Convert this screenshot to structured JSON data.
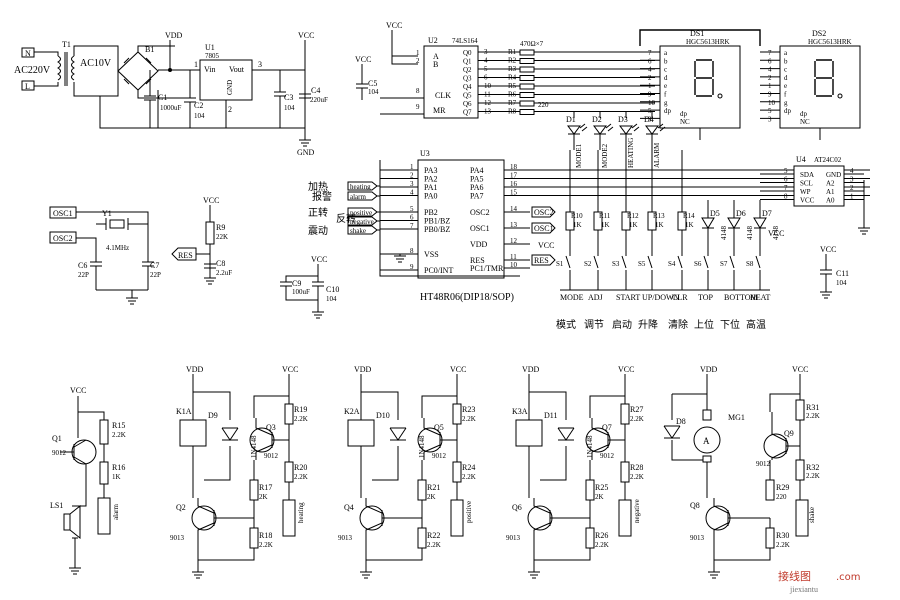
{
  "power": {
    "ac_in": "AC220V",
    "ac_low": "AC10V",
    "t1": "T1",
    "n": "N",
    "l": "L",
    "b1": "B1",
    "u1": "U1",
    "reg": "7805",
    "vin": "Vin",
    "vout": "Vout",
    "gnd": "GND",
    "pin1": "1",
    "pin2": "2",
    "pin3": "3",
    "c1": "C1",
    "c1v": "1000uF",
    "c2": "C2",
    "c2v": "104",
    "c3": "C3",
    "c3v": "104",
    "c4": "C4",
    "c4v": "220uF",
    "vdd": "VDD",
    "vcc": "VCC",
    "gnd_label": "GND"
  },
  "shift": {
    "u2": "U2",
    "part": "74LS164",
    "a": "A",
    "b": "B",
    "clk": "CLK",
    "mr": "MR",
    "outs": [
      "Q0",
      "Q1",
      "Q2",
      "Q3",
      "Q4",
      "Q5",
      "Q6",
      "Q7"
    ],
    "in_pins": [
      "1",
      "2",
      "8",
      "9"
    ],
    "out_pins": [
      "3",
      "4",
      "5",
      "6",
      "10",
      "11",
      "12",
      "13"
    ],
    "res_title": "470Ω×7",
    "res": [
      "R1",
      "R2",
      "R3",
      "R4",
      "R5",
      "R6",
      "R7",
      "R8"
    ],
    "r8v": "220",
    "vcc": "VCC",
    "c5": "C5",
    "c5v": "104"
  },
  "display": {
    "ds1": "DS1",
    "ds2": "DS2",
    "part": "HGC5613HRK",
    "segs": [
      "a",
      "b",
      "c",
      "d",
      "e",
      "f",
      "g",
      "dp",
      "NC"
    ],
    "seg_pins": [
      "7",
      "6",
      "4",
      "2",
      "1",
      "9",
      "10",
      "5",
      "3"
    ],
    "dp_label": "dp",
    "nc_label": "NC"
  },
  "mcu": {
    "u3": "U3",
    "part": "HT48R06(DIP18/SOP)",
    "left_pins": [
      {
        "n": "1",
        "name": "PA3"
      },
      {
        "n": "2",
        "name": "PA2"
      },
      {
        "n": "3",
        "name": "PA1"
      },
      {
        "n": "4",
        "name": "PA0"
      },
      {
        "n": "5",
        "name": "PB2"
      },
      {
        "n": "6",
        "name": "PB1/BZ"
      },
      {
        "n": "7",
        "name": "PB0/BZ"
      },
      {
        "n": "8",
        "name": "VSS"
      },
      {
        "n": "9",
        "name": "PC0/INT"
      }
    ],
    "right_pins": [
      {
        "n": "18",
        "name": "PA4"
      },
      {
        "n": "17",
        "name": "PA5"
      },
      {
        "n": "16",
        "name": "PA6"
      },
      {
        "n": "15",
        "name": "PA7"
      },
      {
        "n": "14",
        "name": "OSC2"
      },
      {
        "n": "13",
        "name": "OSC1"
      },
      {
        "n": "12",
        "name": "VDD"
      },
      {
        "n": "11",
        "name": "RES"
      },
      {
        "n": "10",
        "name": "PC1/TMR"
      }
    ],
    "left_ports": [
      "heating",
      "alarm",
      "positive",
      "negative",
      "shake"
    ],
    "left_cn": [
      "加热",
      "报警",
      "正转",
      "反转",
      "震动"
    ],
    "osc1": "OSC1",
    "osc2": "OSC2",
    "res": "RES",
    "vcc": "VCC"
  },
  "eeprom": {
    "u4": "U4",
    "part": "AT24C02",
    "pins_left": [
      {
        "n": "5",
        "name": "SDA"
      },
      {
        "n": "6",
        "name": "SCL"
      },
      {
        "n": "7",
        "name": "WP"
      },
      {
        "n": "8",
        "name": "VCC"
      }
    ],
    "pins_right": [
      {
        "n": "4",
        "name": "GND"
      },
      {
        "n": "3",
        "name": "A2"
      },
      {
        "n": "2",
        "name": "A1"
      },
      {
        "n": "1",
        "name": "A0"
      }
    ],
    "vcc": "VCC"
  },
  "leds": {
    "names": [
      "D1",
      "D2",
      "D3",
      "D4"
    ],
    "labels": [
      "MODE1",
      "MODE2",
      "HEATING",
      "ALARM"
    ]
  },
  "keys": {
    "res": [
      "R10",
      "R11",
      "R12",
      "R13",
      "R14"
    ],
    "res_val": "1K",
    "diodes": [
      "D5",
      "D6",
      "D7"
    ],
    "diode_part": "4148",
    "switches": [
      "S1",
      "S2",
      "S3",
      "S5",
      "S4",
      "S6",
      "S7",
      "S8"
    ],
    "en": [
      "MODE",
      "ADJ",
      "START",
      "UP/DOWN",
      "CLR",
      "TOP",
      "BOTTOM",
      "HEAT"
    ],
    "cn": [
      "模式",
      "调节",
      "启动",
      "升降",
      "清除",
      "上位",
      "下位",
      "高温"
    ]
  },
  "clock": {
    "osc1": "OSC1",
    "osc2": "OSC2",
    "y1": "Y1",
    "y1v": "4.1MHz",
    "c6": "C6",
    "c6v": "22P",
    "c7": "C7",
    "c7v": "22P"
  },
  "reset": {
    "vcc": "VCC",
    "r9": "R9",
    "r9v": "22K",
    "res": "RES",
    "c8": "C8",
    "c8v": "2.2uF"
  },
  "decoup": {
    "vcc": "VCC",
    "c9": "C9",
    "c9v": "100uF",
    "c10": "C10",
    "c10v": "104",
    "c11": "C11",
    "c11v": "104"
  },
  "buzzer": {
    "vcc": "VCC",
    "q1": "Q1",
    "q1v": "9012",
    "r15": "R15",
    "r15v": "2.2K",
    "r16": "R16",
    "r16v": "1K",
    "ls1": "LS1",
    "port": "alarm"
  },
  "drivers": [
    {
      "k": "K1A",
      "d": "D9",
      "q_top": "Q3",
      "q_bot": "Q2",
      "r_a": "R19",
      "r_b": "R20",
      "r_c": "R17",
      "r_d": "R18",
      "port": "heating"
    },
    {
      "k": "K2A",
      "d": "D10",
      "q_top": "Q5",
      "q_bot": "Q4",
      "r_a": "R23",
      "r_b": "R24",
      "r_c": "R21",
      "r_d": "R22",
      "port": "positive"
    },
    {
      "k": "K3A",
      "d": "D11",
      "q_top": "Q7",
      "q_bot": "Q6",
      "r_a": "R27",
      "r_b": "R28",
      "r_c": "R25",
      "r_d": "R26",
      "port": "negative"
    }
  ],
  "driver_common": {
    "vdd": "VDD",
    "vcc": "VCC",
    "diode": "1N4148",
    "q_top_v": "9012",
    "q_bot_v": "9013",
    "r_a_v": "2.2K",
    "r_b_v": "2.2K",
    "r_c_v": "2K",
    "r_d_v": "2.2K"
  },
  "motor": {
    "vdd": "VDD",
    "vcc": "VCC",
    "d8": "D8",
    "mg1": "MG1",
    "a": "A",
    "q9": "Q9",
    "q9v": "9012",
    "q8": "Q8",
    "q8v": "9013",
    "r31": "R31",
    "r31v": "2.2K",
    "r32": "R32",
    "r32v": "2.2K",
    "r29": "R29",
    "r29v": "220",
    "r30": "R30",
    "r30v": "2.2K",
    "port": "shake"
  },
  "watermark": {
    "cn": "接线图",
    "latin": "jiexiantu",
    "site": ".com"
  }
}
